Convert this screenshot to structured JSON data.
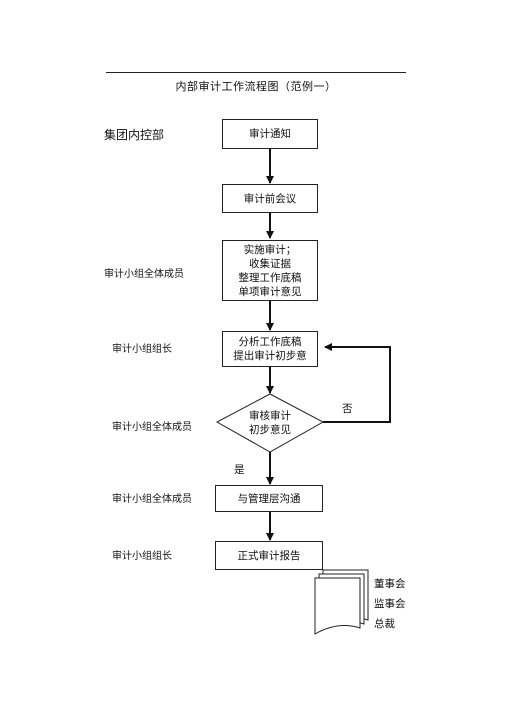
{
  "title": "内部审计工作流程图（范例一）",
  "roles": {
    "r1": "集团内控部",
    "r2": "审计小组全体成员",
    "r3": "审计小组组长",
    "r4": "审计小组全体成员",
    "r5": "审计小组全体成员",
    "r6": "审计小组组长"
  },
  "steps": {
    "s1": [
      "审计通知"
    ],
    "s2": [
      "审计前会议"
    ],
    "s3": [
      "实施审计；",
      "收集证据",
      "整理工作底稿",
      "单项审计意见"
    ],
    "s4": [
      "分析工作底稿",
      "提出审计初步意"
    ],
    "s5": [
      "与管理层沟通"
    ],
    "s6": [
      "正式审计报告"
    ]
  },
  "decision": [
    "审核审计",
    "初步意见"
  ],
  "branch": {
    "no": "否",
    "yes": "是"
  },
  "distribution": [
    "董事会",
    "监事会",
    "总裁"
  ]
}
